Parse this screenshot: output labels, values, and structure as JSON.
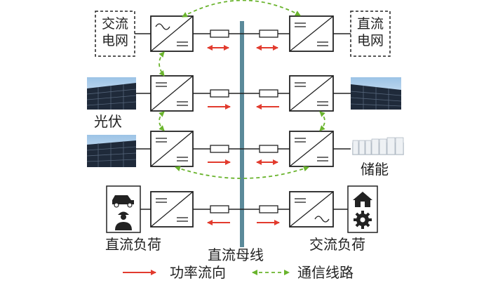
{
  "labels": {
    "ac_grid": "交流电网",
    "dc_grid": "直流电网",
    "pv": "光伏",
    "storage": "储能",
    "dc_load": "直流负荷",
    "ac_load": "交流负荷",
    "dc_bus": "直流母线"
  },
  "legend": {
    "power_flow": "功率流向",
    "comm_line": "通信线路"
  },
  "colors": {
    "bus": "#5b8a9a",
    "power_arrow": "#e23b2e",
    "comm_line": "#6ab42d",
    "line": "#222222"
  }
}
